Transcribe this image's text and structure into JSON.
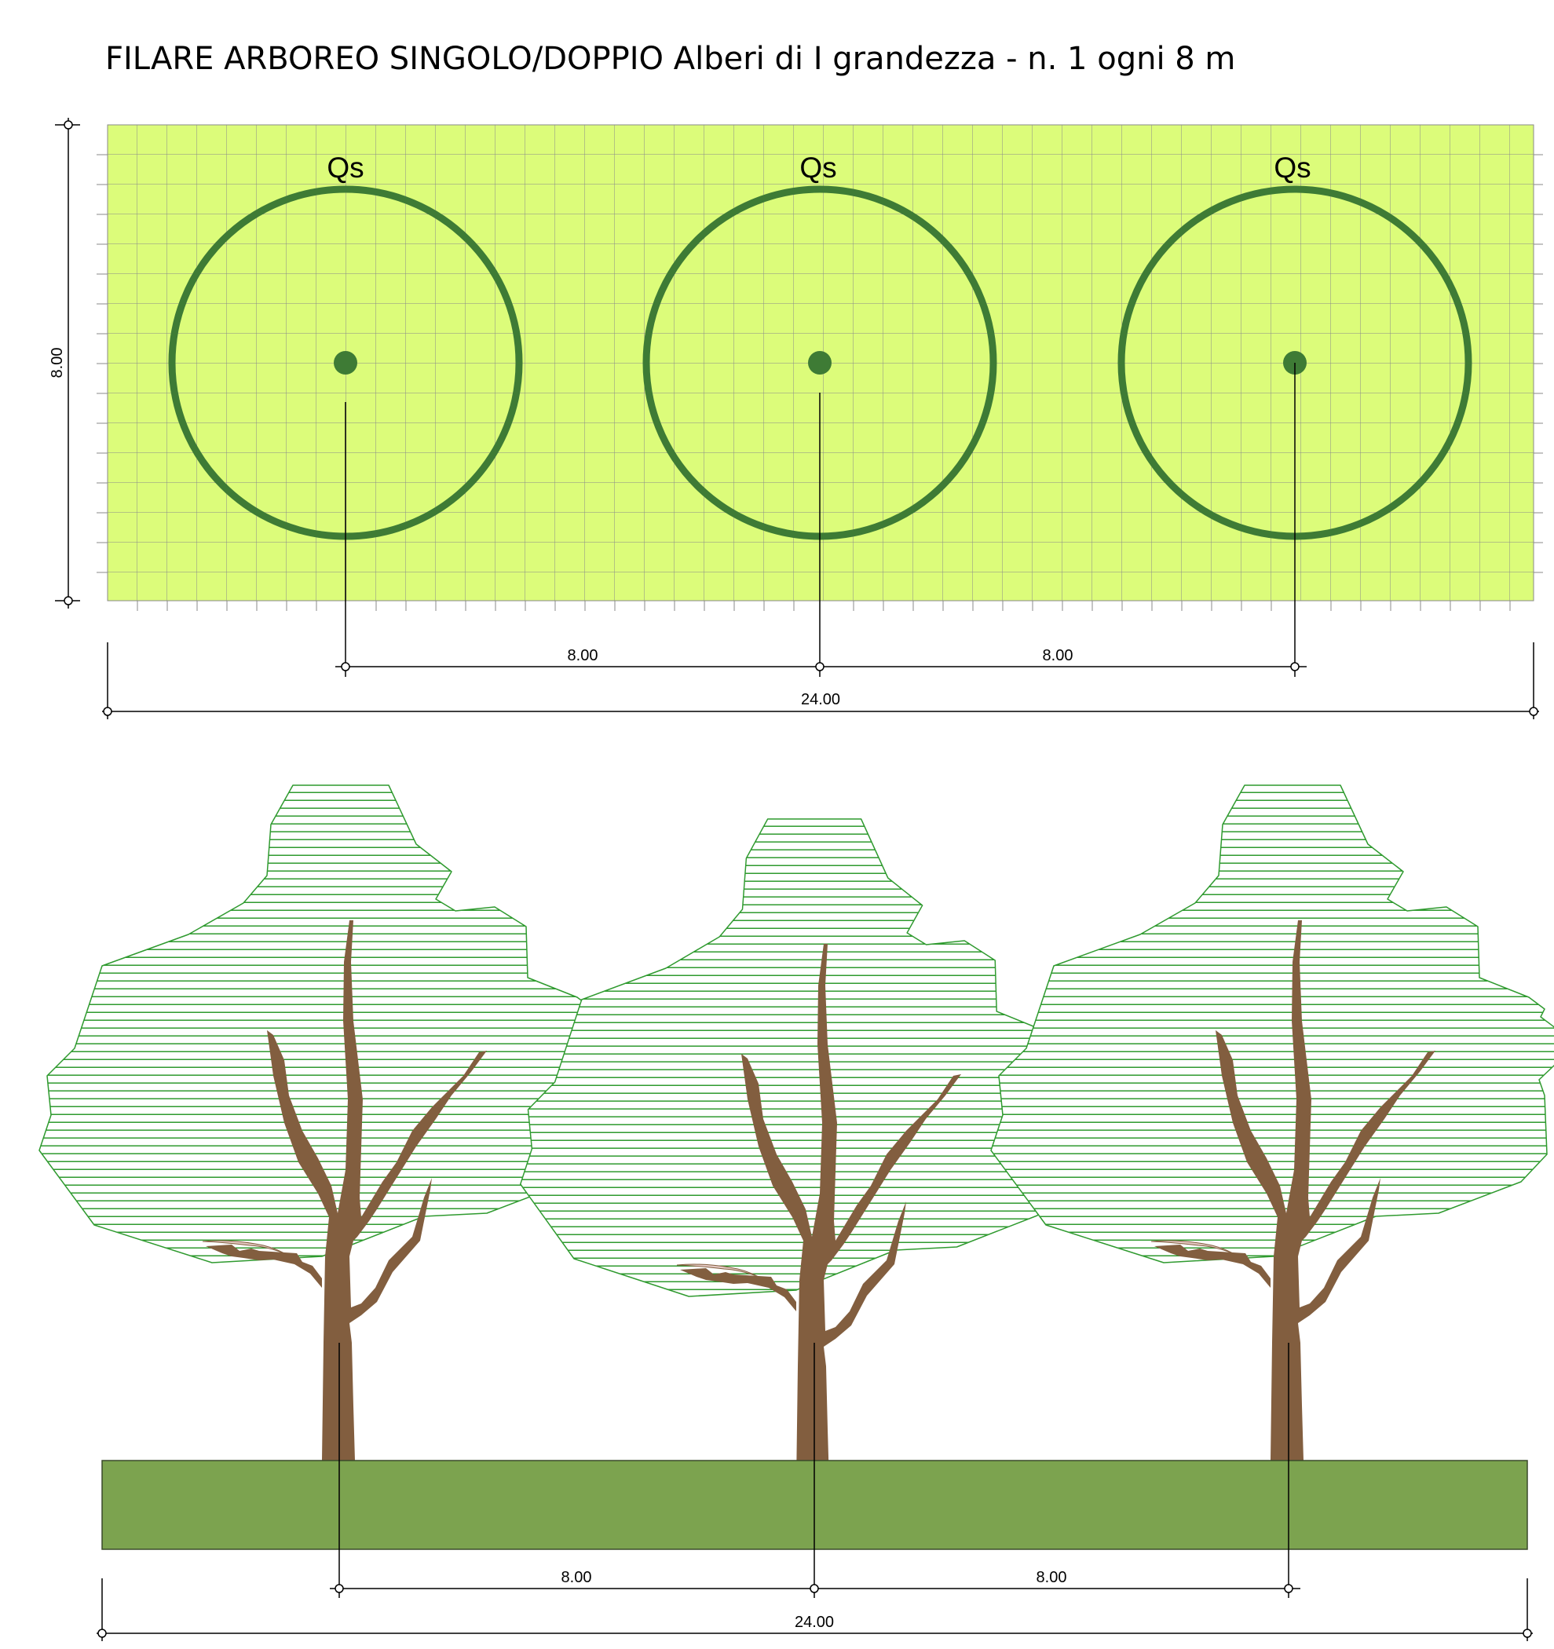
{
  "title": "FILARE ARBOREO SINGOLO/DOPPIO Alberi di I grandezza - n. 1 ogni 8 m",
  "plan": {
    "tree_label": "Qs",
    "tree_count": 3,
    "height_dimension": "8.00",
    "spacing_dimensions": [
      "8.00",
      "8.00"
    ],
    "total_dimension": "24.00"
  },
  "elevation": {
    "spacing_dimensions": [
      "8.00",
      "8.00"
    ],
    "total_dimension": "24.00"
  },
  "colors": {
    "plan_fill": "#dcfc7a",
    "grid": "#8a8a8a",
    "canopy_ring": "#3e7b35",
    "hatch": "#2f9a2f",
    "trunk": "#825e3f",
    "ground": "#7ca34f"
  }
}
